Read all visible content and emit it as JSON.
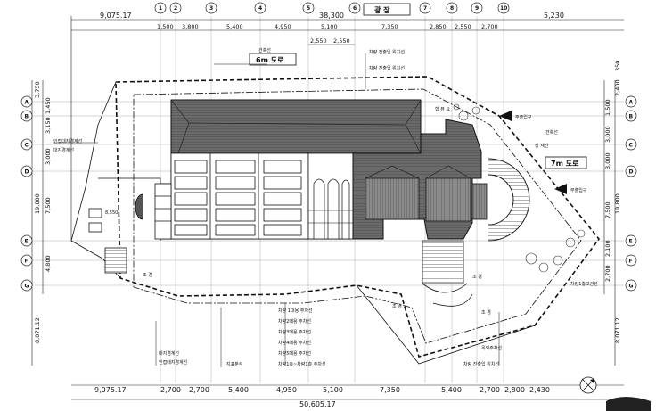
{
  "top_dims_row1": [
    "9,075.17",
    "38,300",
    "5,230"
  ],
  "top_dims_row2": [
    "1,500",
    "3,800",
    "5,400",
    "4,950",
    "5,100",
    "7,350",
    "2,850",
    "2,550",
    "2,700"
  ],
  "top_dims_row3": [
    "2,550",
    "2,550"
  ],
  "bottom_dims_row1": [
    "9,075.17",
    "2,700",
    "2,700",
    "5,400",
    "4,950",
    "5,100",
    "7,350",
    "5,400",
    "2,700",
    "2,800",
    "2,430"
  ],
  "bottom_dims_total": "50,605.17",
  "left_dims_outer": [
    "19,800",
    "8,071.12"
  ],
  "left_dims_inner": [
    "3,750",
    "1,450",
    "3,150",
    "3,000",
    "7,500",
    "4,800"
  ],
  "right_dims_outer": [
    "2,400",
    "350",
    "19,800",
    "8,071.12"
  ],
  "right_dims_inner": [
    "3,000",
    "1,500",
    "3,000",
    "7,500",
    "2,100",
    "2,700"
  ],
  "grid_cols": [
    "1",
    "2",
    "3",
    "4",
    "5",
    "6",
    "7",
    "8",
    "9",
    "10"
  ],
  "grid_rows": [
    "A",
    "B",
    "C",
    "D",
    "E",
    "F",
    "G"
  ],
  "road_label_top": "6m 도로",
  "road_label_right": "7m 도로",
  "top_box_label": "광 장",
  "entrance_main": "주출입구",
  "entrance_sub": "부출입구",
  "notes_top": [
    "건축선",
    "차량 진출입 위치선",
    "차량 진출입 위치선"
  ],
  "notes_left": [
    "인접대지경계선",
    "대지경계선"
  ],
  "notes_center": [
    "차량 1대용 주차선",
    "차량2대용 주차선",
    "차량3대용 주차선",
    "차량4대용 주차선",
    "차량5대용 주차선",
    "차량1층~차량1층 주차선"
  ],
  "notes_bottom": [
    "대지경계선",
    "인접대지경계선",
    "지표분석"
  ],
  "notes_right": [
    "건축선",
    "차량1층보관선",
    "옥외주차선",
    "차량 진출입 위치선"
  ],
  "misc_labels": [
    "8,550",
    "조 경",
    "조 경",
    "조 경",
    "조 경",
    "장 재선",
    "합 뷰 요"
  ]
}
